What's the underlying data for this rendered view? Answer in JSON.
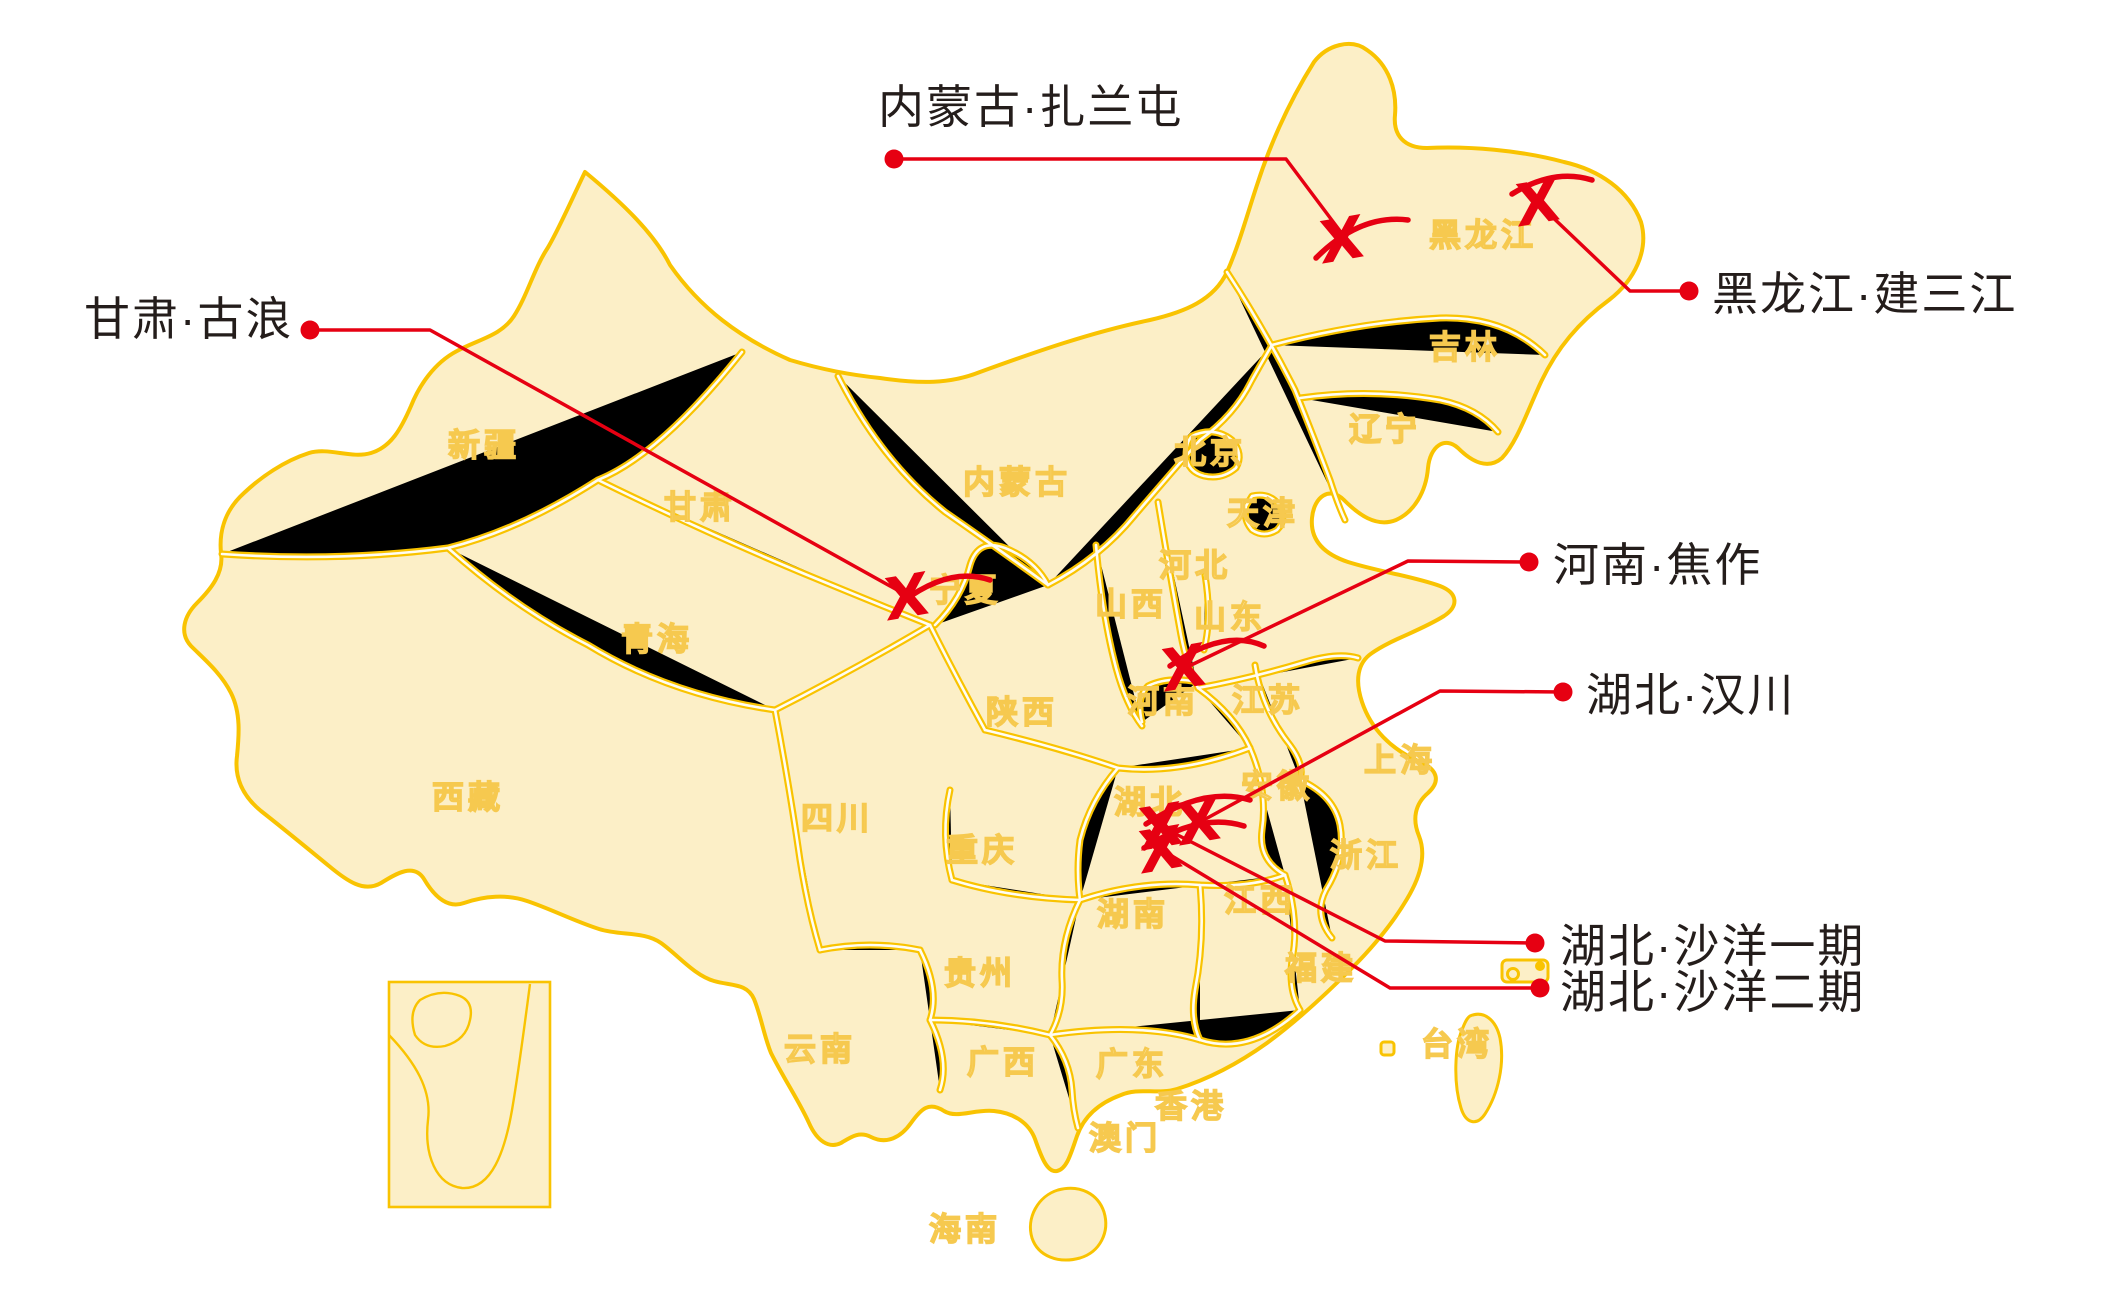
{
  "map": {
    "country": "中国",
    "marker_glyph": "X",
    "colors": {
      "land_fill": "#FCEFC7",
      "border_gold": "#F9C301",
      "marker_red": "#E60012",
      "callout_text": "#241D1B",
      "province_text": "#F6C94F"
    }
  },
  "provinces": [
    {
      "name": "新疆"
    },
    {
      "name": "西藏"
    },
    {
      "name": "青海"
    },
    {
      "name": "甘肃"
    },
    {
      "name": "内蒙古"
    },
    {
      "name": "宁夏"
    },
    {
      "name": "陕西"
    },
    {
      "name": "四川"
    },
    {
      "name": "重庆"
    },
    {
      "name": "贵州"
    },
    {
      "name": "云南"
    },
    {
      "name": "广西"
    },
    {
      "name": "广东"
    },
    {
      "name": "香港"
    },
    {
      "name": "澳门"
    },
    {
      "name": "海南"
    },
    {
      "name": "湖南"
    },
    {
      "name": "湖北"
    },
    {
      "name": "河南"
    },
    {
      "name": "山西"
    },
    {
      "name": "河北"
    },
    {
      "name": "北京"
    },
    {
      "name": "天津"
    },
    {
      "name": "山东"
    },
    {
      "name": "江苏"
    },
    {
      "name": "安徽"
    },
    {
      "name": "上海"
    },
    {
      "name": "浙江"
    },
    {
      "name": "江西"
    },
    {
      "name": "福建"
    },
    {
      "name": "台湾"
    },
    {
      "name": "黑龙江"
    },
    {
      "name": "吉林"
    },
    {
      "name": "辽宁"
    }
  ],
  "locations": [
    {
      "id": "zhalantun",
      "label": "内蒙古·扎兰屯"
    },
    {
      "id": "jiansanjiang",
      "label": "黑龙江·建三江"
    },
    {
      "id": "gulang",
      "label": "甘肃·古浪"
    },
    {
      "id": "jiaozuo",
      "label": "河南·焦作"
    },
    {
      "id": "hanchuan",
      "label": "湖北·汉川"
    },
    {
      "id": "shayang1",
      "label": "湖北·沙洋一期"
    },
    {
      "id": "shayang2",
      "label": "湖北·沙洋二期"
    }
  ]
}
